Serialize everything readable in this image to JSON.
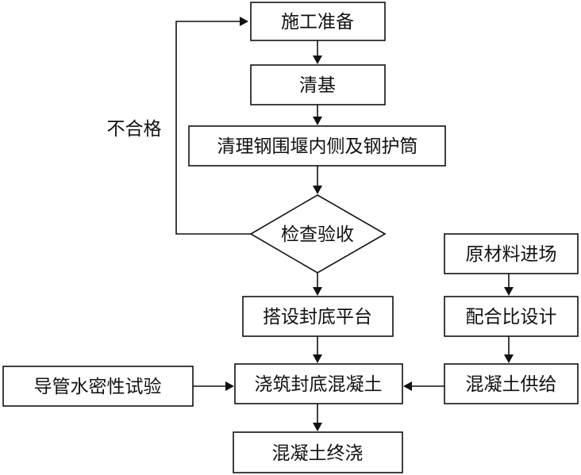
{
  "nodes": {
    "prep": "施工准备",
    "clear_base": "清基",
    "clean_cofferdam": "清理钢围堰内侧及钢护筒",
    "inspect": "检查验收",
    "platform": "搭设封底平台",
    "pour": "浇筑封底混凝土",
    "finish": "混凝土终浇",
    "conduit_test": "导管水密性试验",
    "materials": "原材料进场",
    "mix_design": "配合比设计",
    "supply": "混凝土供给"
  },
  "edge_labels": {
    "fail": "不合格"
  }
}
